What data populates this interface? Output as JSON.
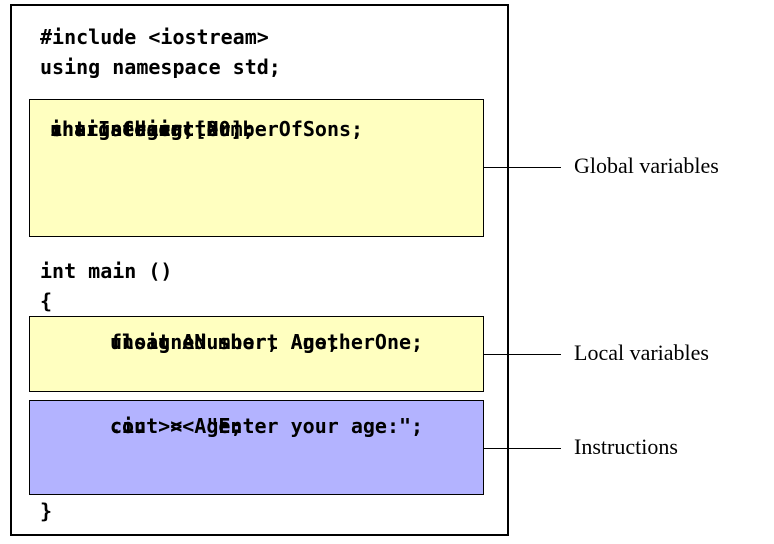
{
  "header_lines": [
    "#include <iostream>",
    "using namespace std;"
  ],
  "global_block": {
    "lines": [
      "int Integer;",
      "char aCharacter;",
      "char string [20];",
      "unsigned int NumberOfSons;"
    ],
    "label": "Global variables"
  },
  "main_lines": [
    "int main ()",
    "{"
  ],
  "local_block": {
    "lines": [
      "unsigned short Age;",
      "float ANumber, AnotherOne;"
    ],
    "label": "Local variables"
  },
  "instructions_block": {
    "lines": [
      "cout << \"Enter your age:\";",
      "cin >> Age;",
      "..."
    ],
    "label": "Instructions"
  },
  "closing_line": "}",
  "colors": {
    "global_fill": "#ffffc0",
    "local_fill": "#ffffc0",
    "instructions_fill": "#b3b3ff",
    "border": "#000000"
  }
}
